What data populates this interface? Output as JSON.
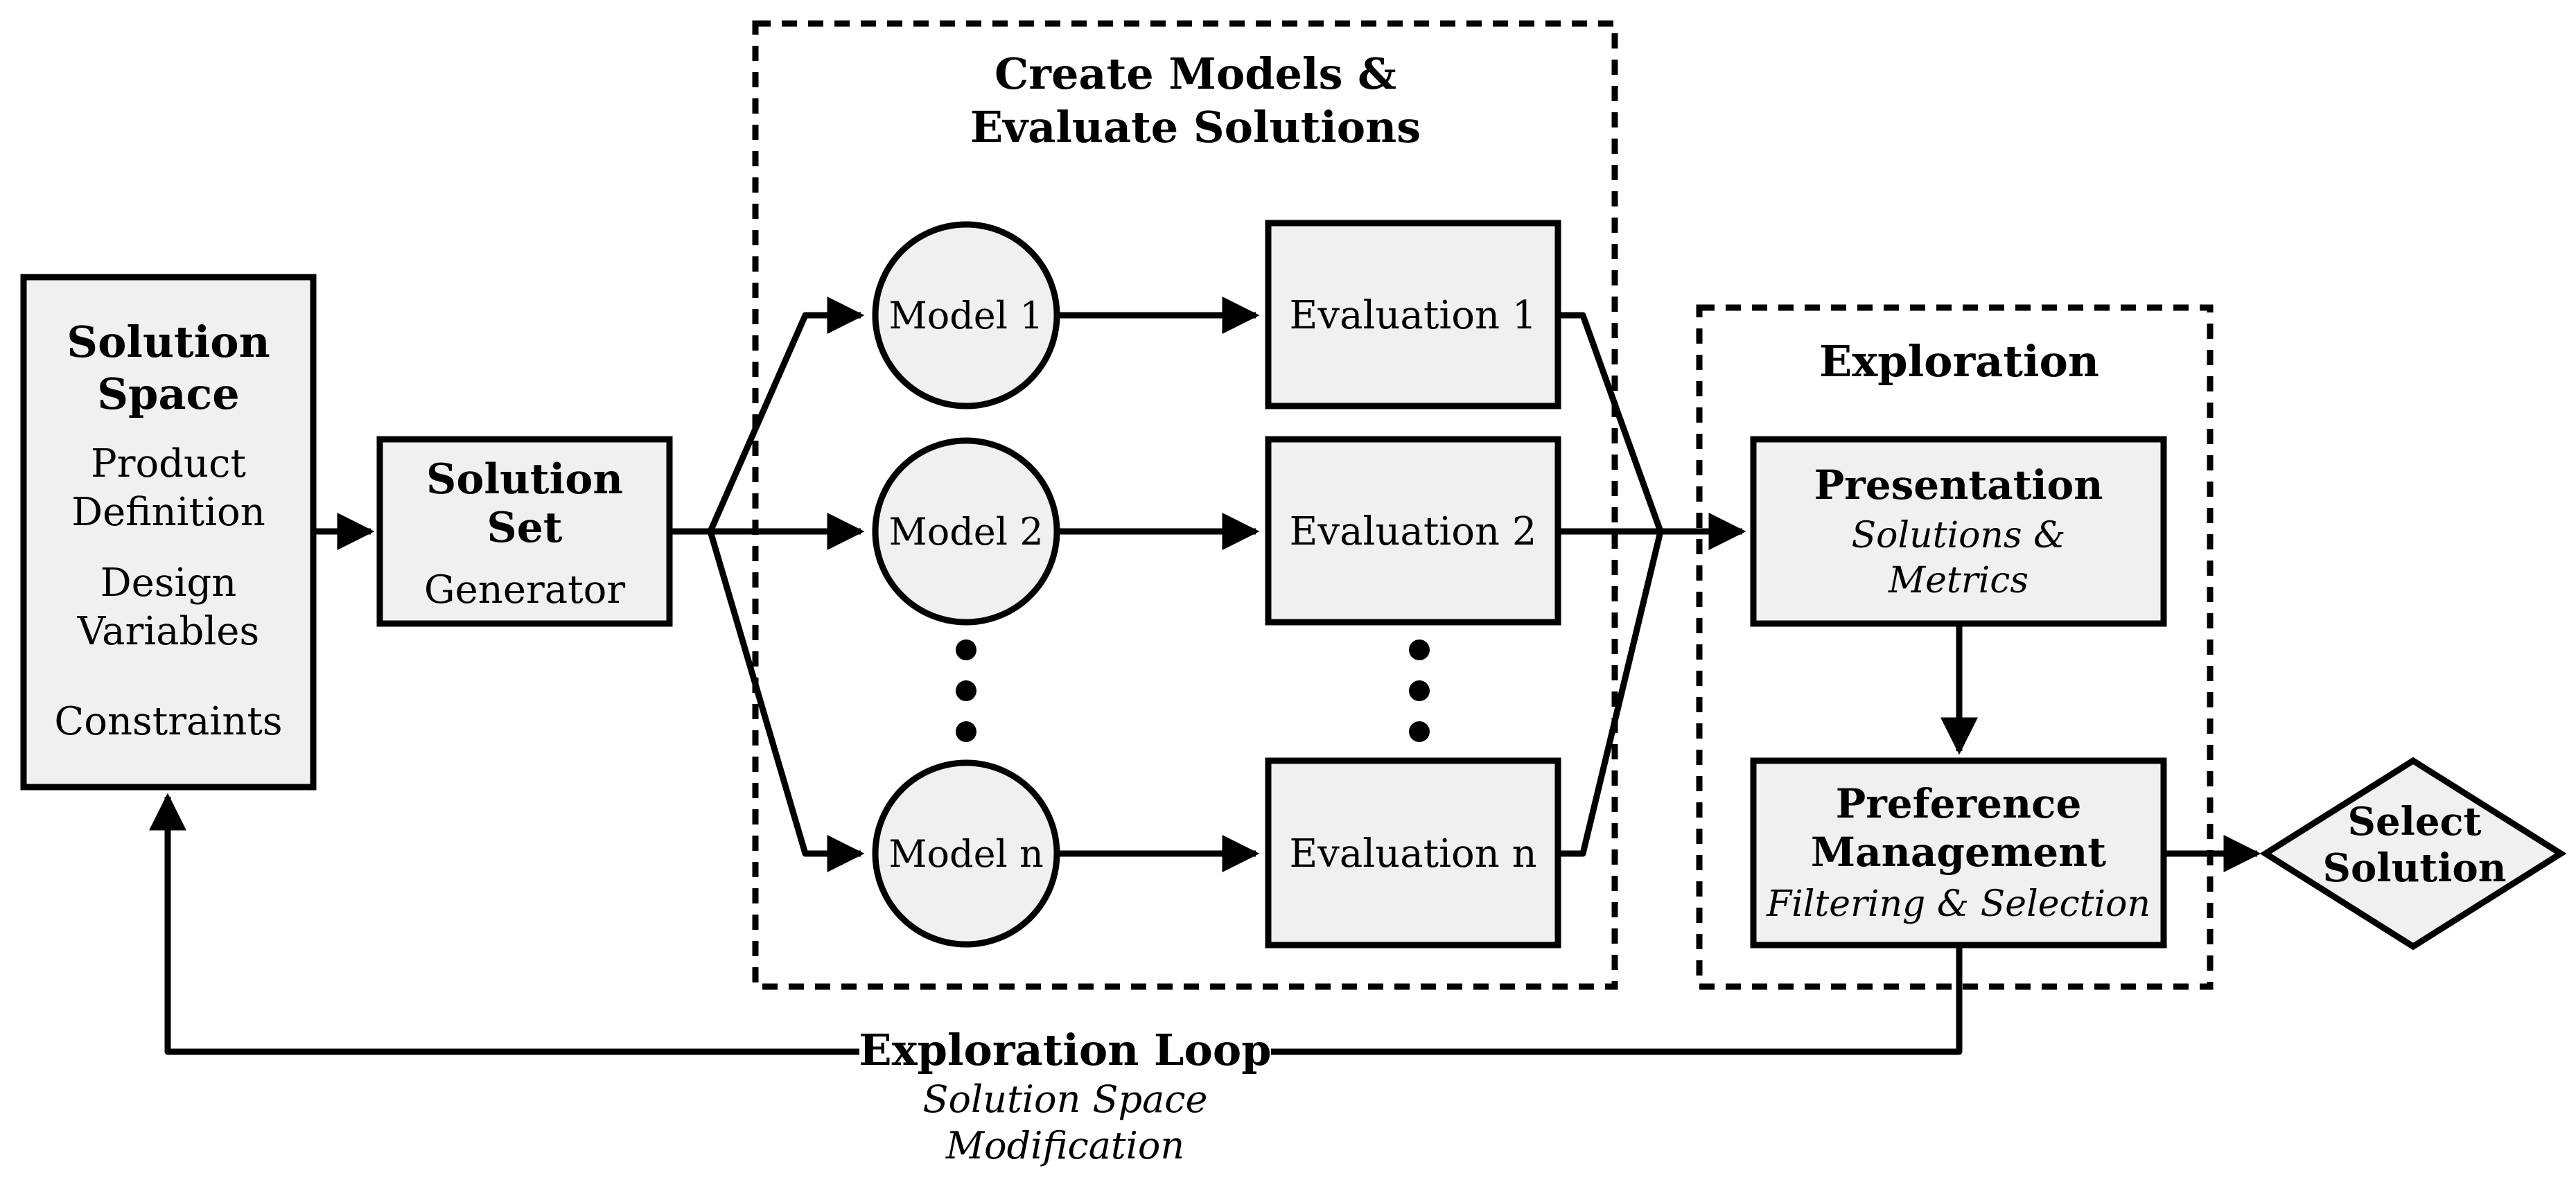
{
  "colors": {
    "stroke": "#000000",
    "box_fill": "#f0f0f0",
    "background": "#ffffff"
  },
  "solution_space": {
    "title_line1": "Solution",
    "title_line2": "Space",
    "item1_line1": "Product",
    "item1_line2": "Definition",
    "item2_line1": "Design",
    "item2_line2": "Variables",
    "item3": "Constraints"
  },
  "solution_set": {
    "title_line1": "Solution",
    "title_line2": "Set",
    "subtitle": "Generator"
  },
  "create_models": {
    "title_line1": "Create Models &",
    "title_line2": "Evaluate Solutions",
    "models": [
      "Model 1",
      "Model 2",
      "Model n"
    ],
    "evaluations": [
      "Evaluation 1",
      "Evaluation 2",
      "Evaluation n"
    ]
  },
  "exploration": {
    "title": "Exploration",
    "presentation": {
      "title": "Presentation",
      "subtitle_line1": "Solutions &",
      "subtitle_line2": "Metrics"
    },
    "preference": {
      "title_line1": "Preference",
      "title_line2": "Management",
      "subtitle": "Filtering & Selection"
    }
  },
  "select_solution": {
    "line1": "Select",
    "line2": "Solution"
  },
  "loop": {
    "title": "Exploration Loop",
    "subtitle_line1": "Solution Space",
    "subtitle_line2": "Modification"
  }
}
